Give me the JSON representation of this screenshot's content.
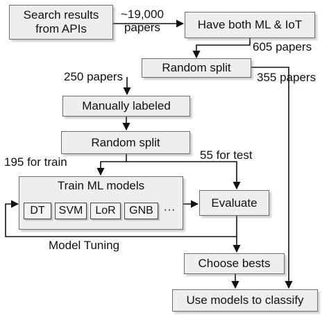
{
  "nodes": {
    "search": "Search results\nfrom APIs",
    "both": "Have both ML & IoT",
    "split1": "Random split",
    "manual": "Manually labeled",
    "split2": "Random split",
    "train": "Train ML models",
    "evaluate": "Evaluate",
    "choose": "Choose bests",
    "use": "Use models to classify"
  },
  "models": [
    "DT",
    "SVM",
    "LoR",
    "GNB"
  ],
  "models_more": "···",
  "edge_labels": {
    "papers_19000": "~19,000\npapers",
    "papers_605": "605 papers",
    "papers_250": "250 papers",
    "papers_355": "355 papers",
    "train_195": "195 for train",
    "test_55": "55 for test",
    "tuning": "Model Tuning"
  }
}
